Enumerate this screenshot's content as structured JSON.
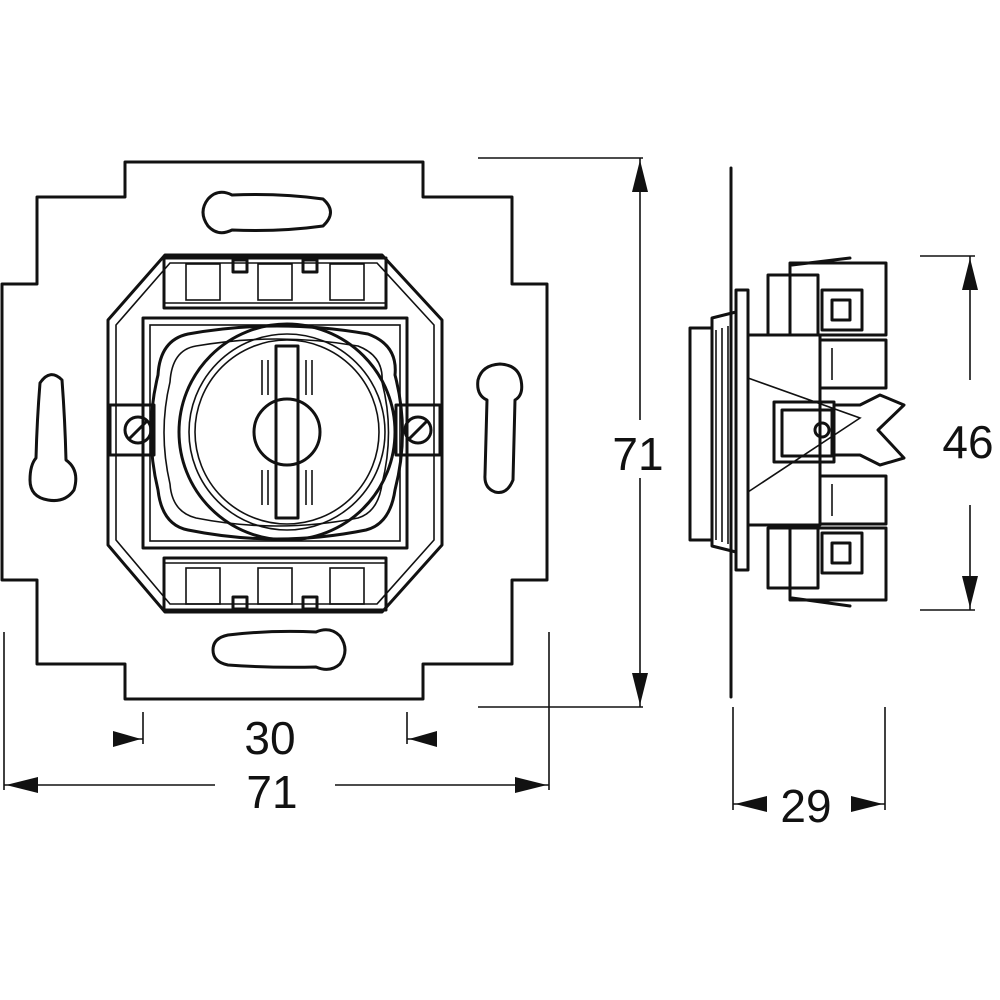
{
  "dimensions": {
    "front_height": "71",
    "front_width": "71",
    "front_inner_width": "30",
    "side_height": "46",
    "side_depth": "29"
  }
}
